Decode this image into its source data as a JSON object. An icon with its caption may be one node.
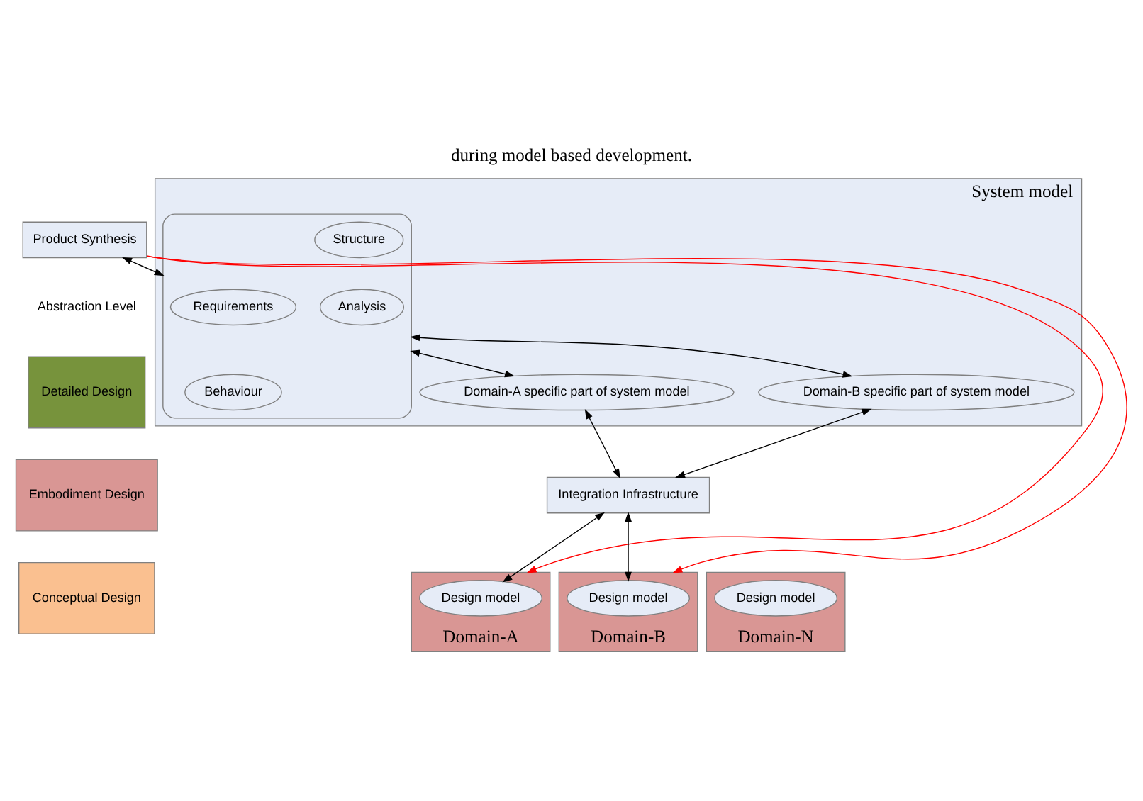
{
  "diagram": {
    "caption": "during model based development.",
    "nodes": [
      {
        "text": [
          "Product Synthesis"
        ]
      },
      {
        "text": [
          "System model"
        ]
      },
      {
        "text": [],
        "shape": "ellipse",
        "in": 1
      },
      {
        "text": [
          "Requirements"
        ],
        "in": 2
      },
      {
        "text": [
          "Structure"
        ],
        "in": 2
      },
      {
        "text": [
          "Behaviour"
        ],
        "in": 2
      },
      {
        "text": [
          "Analysis"
        ],
        "in": 2
      },
      {
        "text": [
          "Domain-A specific part of system model"
        ],
        "in": 1
      },
      {
        "text": [
          "Domain-B specific part of system model"
        ],
        "in": 1
      },
      {
        "text": [
          "Integration Infrastructure"
        ]
      },
      {
        "text": [
          "Domain-A"
        ]
      },
      {
        "text": [
          "Design model"
        ],
        "in": 10
      },
      {
        "text": [
          "Domain-B"
        ]
      },
      {
        "text": [
          "Design model"
        ],
        "in": 12
      },
      {
        "text": [
          "Domain-N"
        ]
      },
      {
        "text": [
          "Design model"
        ],
        "in": 14
      },
      {
        "text": [
          "Detailed Design"
        ]
      },
      {
        "text": [
          "Embodiment Design"
        ]
      },
      {
        "text": [
          "Conceptual Design"
        ]
      }
    ],
    "edges": [
      {
        "from": 0,
        "to": 2,
        "arrow": "both"
      },
      {
        "from": 2,
        "to": 7,
        "arrow": "both"
      },
      {
        "from": 2,
        "to": 8,
        "arrow": "both"
      },
      {
        "from": 7,
        "to": 9,
        "arrow": "both"
      },
      {
        "from": 8,
        "to": 9,
        "arrow": "both"
      },
      {
        "from": 9,
        "to": 11,
        "arrow": "both"
      },
      {
        "from": 9,
        "to": 13,
        "arrow": "both"
      },
      {
        "from": 0,
        "to": 10,
        "arrow": "to",
        "color": "#ff0000"
      },
      {
        "from": 0,
        "to": 12,
        "arrow": "to",
        "color": "#ff0000"
      }
    ],
    "labels": [
      "Abstraction Level"
    ]
  }
}
